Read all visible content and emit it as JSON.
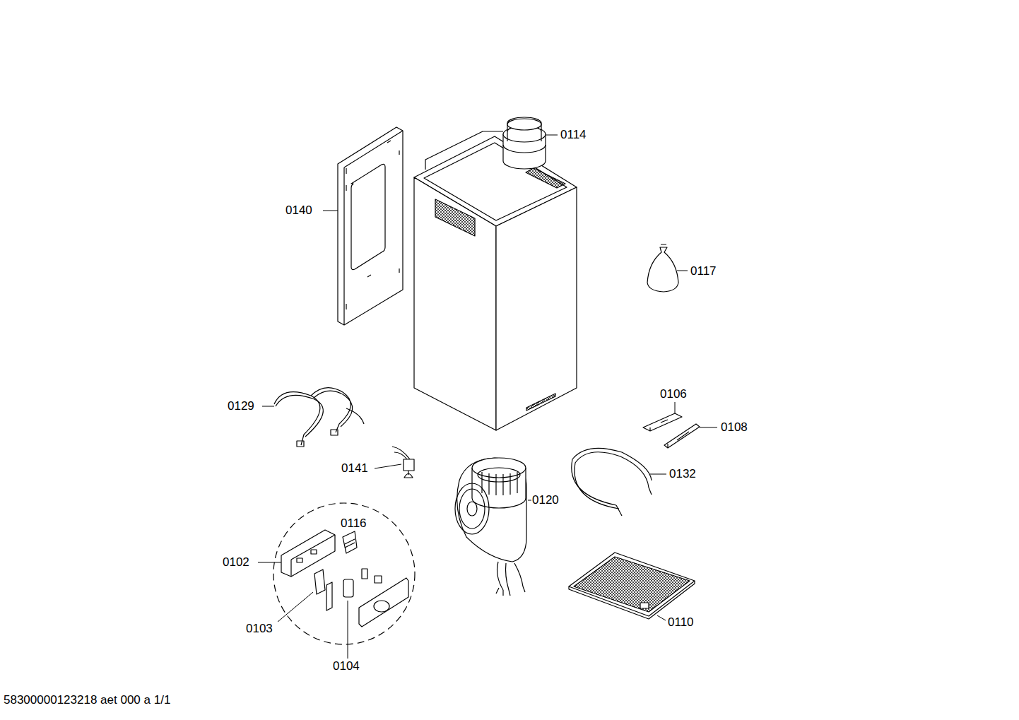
{
  "diagram": {
    "labels": [
      "0114",
      "0140",
      "0117",
      "0106",
      "0129",
      "0108",
      "0141",
      "0132",
      "0120",
      "0116",
      "0102",
      "0110",
      "0103",
      "0104",
      "58300000123218 aet 000 a 1/1"
    ]
  }
}
